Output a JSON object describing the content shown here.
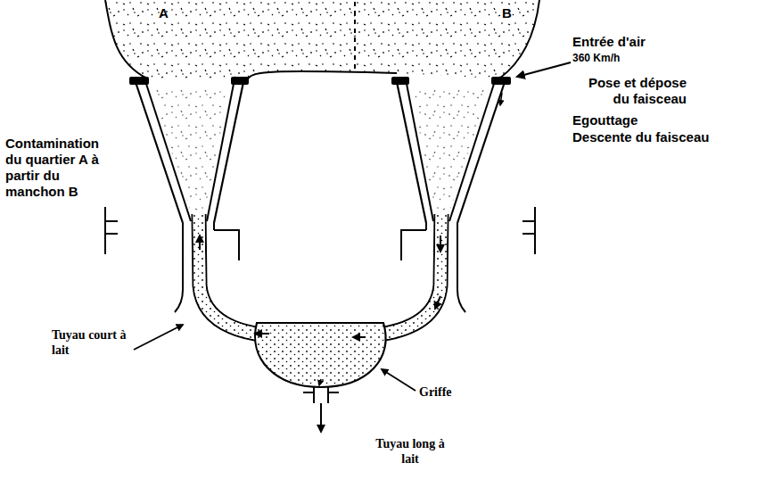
{
  "diagram": {
    "labels": [
      "A",
      "B",
      "Entrée d'air",
      "360 Km/h",
      "Pose et dépose du faisceau",
      "Egouttage",
      "Descente du faisceau",
      "Contamination du quartier A à partir du manchon B",
      "Tuyau court à lait",
      "Griffe",
      "Tuyau long à lait"
    ]
  }
}
